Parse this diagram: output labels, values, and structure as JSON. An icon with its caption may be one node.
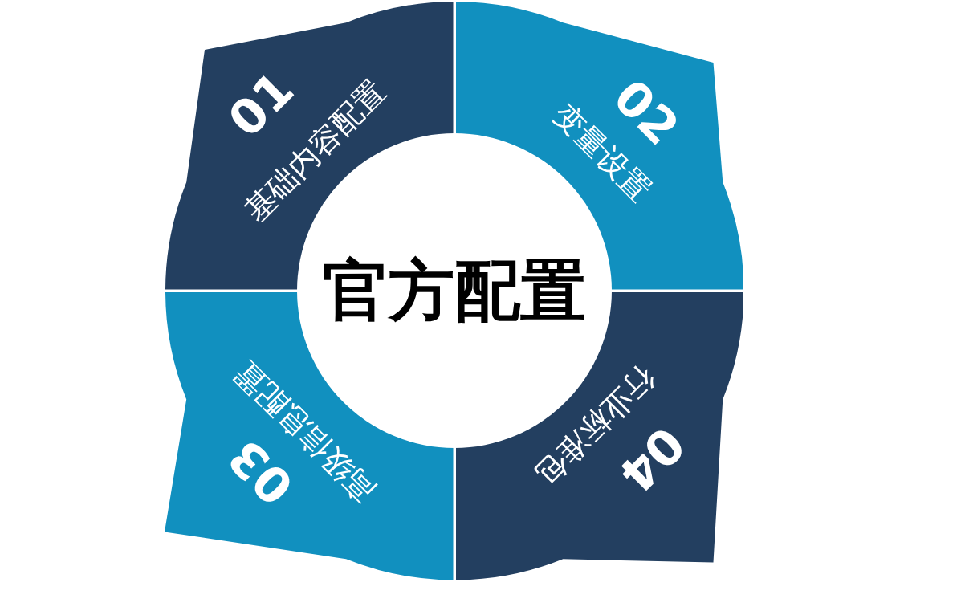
{
  "diagram": {
    "nodes": [
      {
        "text": [
          "官方配置"
        ]
      },
      {
        "text": [
          "01",
          "基础内容配置"
        ]
      },
      {
        "text": [
          "02",
          "变量设置"
        ]
      },
      {
        "text": [
          "03",
          "高级信息配置"
        ]
      },
      {
        "text": [
          "04",
          "行业标准包"
        ]
      }
    ]
  }
}
